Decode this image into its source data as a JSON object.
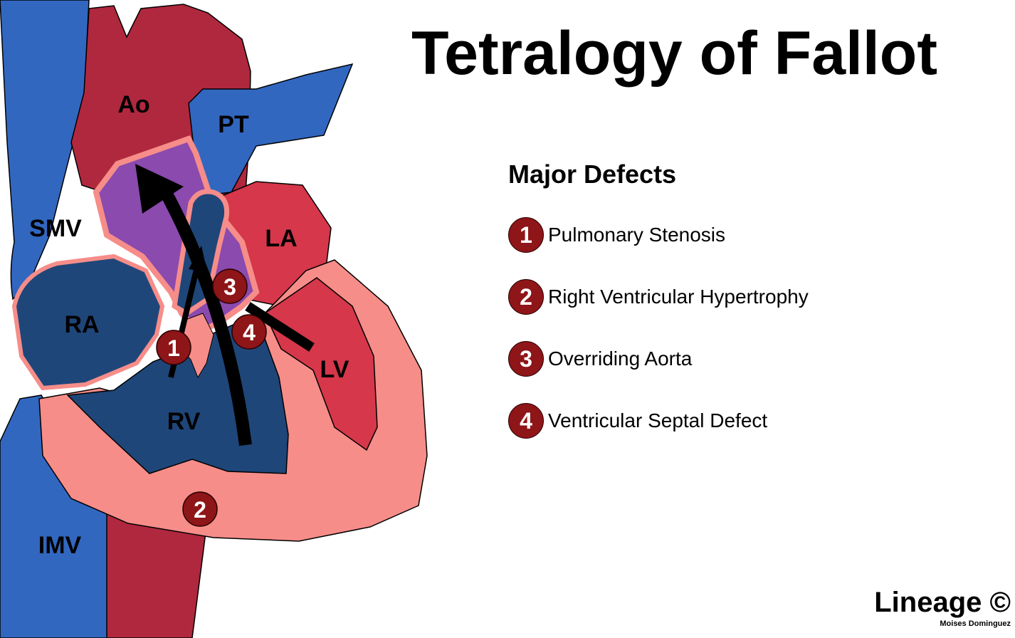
{
  "title": "Tetralogy of Fallot",
  "defects": {
    "heading": "Major Defects",
    "items": [
      {
        "number": "1",
        "label": "Pulmonary Stenosis"
      },
      {
        "number": "2",
        "label": "Right Ventricular Hypertrophy"
      },
      {
        "number": "3",
        "label": "Overriding Aorta"
      },
      {
        "number": "4",
        "label": "Ventricular Septal Defect"
      }
    ]
  },
  "diagram": {
    "labels": {
      "ao": "Ao",
      "pt": "PT",
      "smv": "SMV",
      "la": "LA",
      "ra": "RA",
      "lv": "LV",
      "rv": "RV",
      "imv": "IMV"
    },
    "markers": {
      "m1": "1",
      "m2": "2",
      "m3": "3",
      "m4": "4"
    }
  },
  "credit": {
    "brand": "Lineage ©",
    "author": "Moises Dominguez"
  },
  "colors": {
    "deoxygenated": "#3267c0",
    "oxygenated": "#b0283e",
    "left_heart": "#d6374a",
    "right_chambers": "#1f4679",
    "mixed": "#8a4aae",
    "myocardium": "#f68d89",
    "marker": "#8e1518"
  }
}
